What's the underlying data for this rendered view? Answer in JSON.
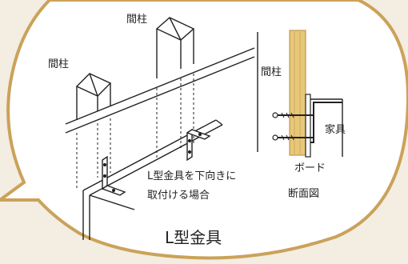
{
  "labels": {
    "stud_left": "間柱",
    "stud_center": "間柱",
    "stud_section": "間柱",
    "furniture": "家具",
    "board": "ボード",
    "mounting_note_line1": "L型金具を下向きに",
    "mounting_note_line2": "取付ける場合",
    "section_view": "断面図",
    "title": "L型金具"
  },
  "colors": {
    "bubble_fill": "#ffffff",
    "bubble_stroke": "#caa25a",
    "page_background": "#f3ede2",
    "stud_wood": "#e8c77a",
    "stud_wood_edge": "#b58a3a",
    "line": "#222222"
  }
}
